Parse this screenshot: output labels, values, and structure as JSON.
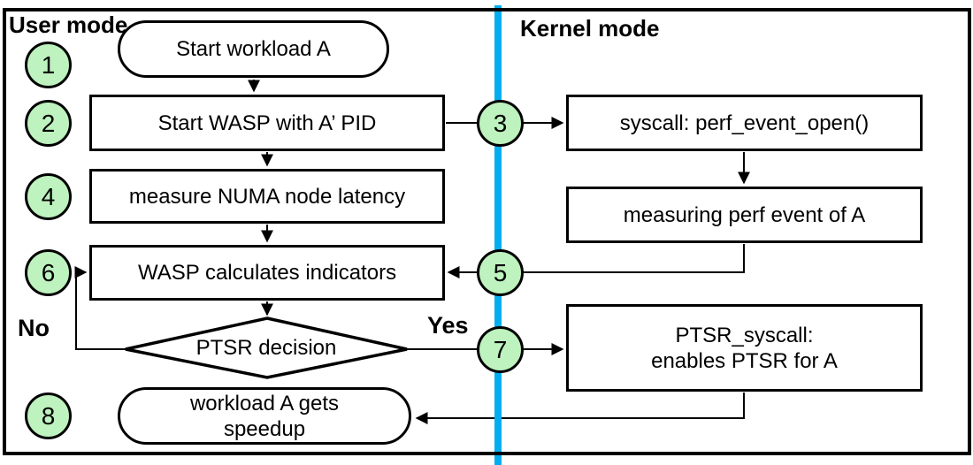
{
  "diagram": {
    "mode_labels": {
      "user": "User mode",
      "kernel": "Kernel mode"
    },
    "branch_labels": {
      "no": "No",
      "yes": "Yes"
    },
    "steps": {
      "s1": "1",
      "s2": "2",
      "s3": "3",
      "s4": "4",
      "s5": "5",
      "s6": "6",
      "s7": "7",
      "s8": "8"
    },
    "nodes": {
      "start": "Start workload A",
      "wasp_start": "Start WASP with A’ PID",
      "measure": "measure NUMA node latency",
      "indicators": "WASP calculates indicators",
      "decision": "PTSR decision",
      "speedup_line1": "workload A gets",
      "speedup_line2": "speedup",
      "syscall": "syscall: perf_event_open()",
      "perf_event": "measuring perf event of A",
      "ptsr_line1": "PTSR_syscall:",
      "ptsr_line2": "enables PTSR for A"
    },
    "colors": {
      "step_fill": "#BEF2BE",
      "divider": "#00AEEF",
      "stroke": "#000000"
    }
  }
}
